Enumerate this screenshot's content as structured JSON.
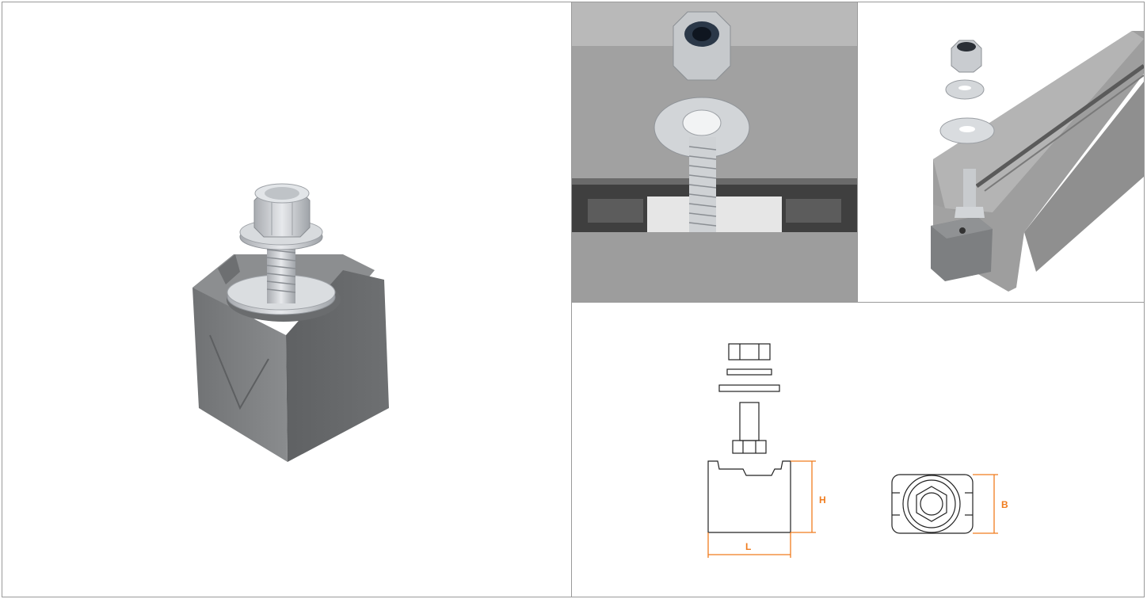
{
  "colors": {
    "frame_border": "#9a9a9a",
    "dimension_orange": "#f07c1e",
    "plastic_gray": "#7b7d7f",
    "steel": "#c9ccd0",
    "rail_gray": "#a0a0a0"
  },
  "panels": {
    "main_photo": {
      "icon": "rectangular-clamp-block-with-bolt-photo"
    },
    "rail_closeup": {
      "icon": "bolt-in-rail-slot-closeup-photo"
    },
    "rail_exploded": {
      "icon": "exploded-assembly-on-rail-photo"
    },
    "technical_drawing": {
      "icon": "technical-drawing",
      "dimensions": {
        "height": "H",
        "length": "L",
        "width": "B"
      }
    }
  }
}
